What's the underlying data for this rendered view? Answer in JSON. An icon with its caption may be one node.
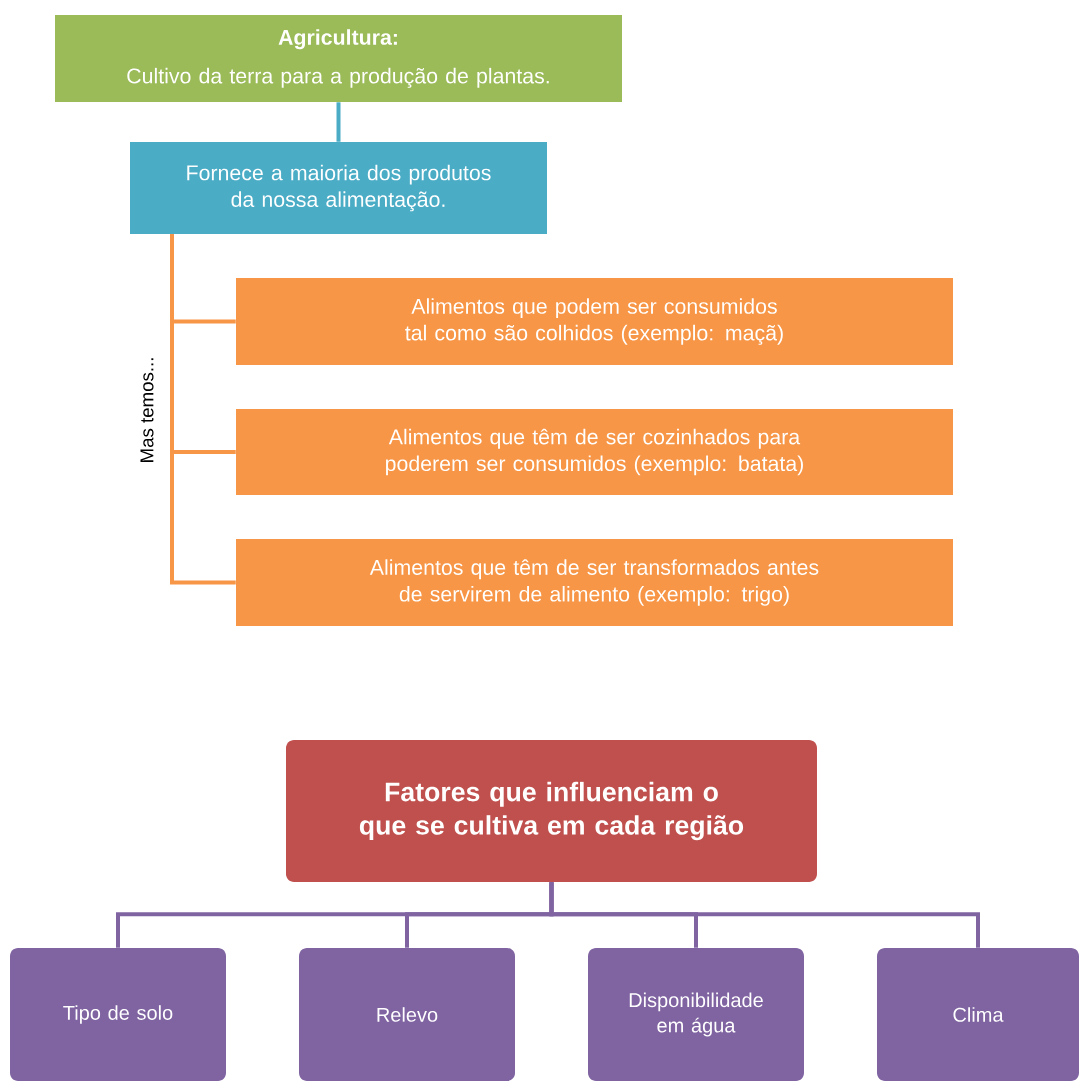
{
  "diagram": {
    "nodes": [
      {
        "text": [
          "Agricultura:",
          "Cultivo da terra para a produção de plantas."
        ]
      },
      {
        "text": [
          "Fornece a maioria dos produtos da nossa alimentação."
        ]
      },
      {
        "text": [
          "Alimentos que podem ser consumidos tal como são colhidos (exemplo: maçã)"
        ]
      },
      {
        "text": [
          "Alimentos que têm de ser cozinhados para poderem ser consumidos (exemplo: batata)"
        ]
      },
      {
        "text": [
          "Alimentos que têm de ser transformados antes de servirem de alimento (exemplo: trigo)"
        ]
      },
      {
        "text": [
          "Fatores que influenciam o que se cultiva em cada região"
        ]
      },
      {
        "text": [
          "Tipo de solo"
        ]
      },
      {
        "text": [
          "Relevo"
        ]
      },
      {
        "text": [
          "Disponibilidade em água"
        ]
      },
      {
        "text": [
          "Clima"
        ]
      }
    ],
    "edges": [
      {
        "from": 0,
        "to": 1,
        "arrow": "none",
        "color": "#4bacc6"
      },
      {
        "from": 1,
        "to": 2,
        "arrow": "none",
        "color": "#f79646"
      },
      {
        "from": 1,
        "to": 3,
        "arrow": "none",
        "color": "#f79646"
      },
      {
        "from": 1,
        "to": 4,
        "arrow": "none",
        "color": "#f79646"
      },
      {
        "from": 5,
        "to": 6,
        "arrow": "none",
        "color": "#8064a2"
      },
      {
        "from": 5,
        "to": 7,
        "arrow": "none",
        "color": "#8064a2"
      },
      {
        "from": 5,
        "to": 8,
        "arrow": "none",
        "color": "#8064a2"
      },
      {
        "from": 5,
        "to": 9,
        "arrow": "none",
        "color": "#8064a2"
      }
    ],
    "labels": [
      "Mas temos..."
    ]
  }
}
